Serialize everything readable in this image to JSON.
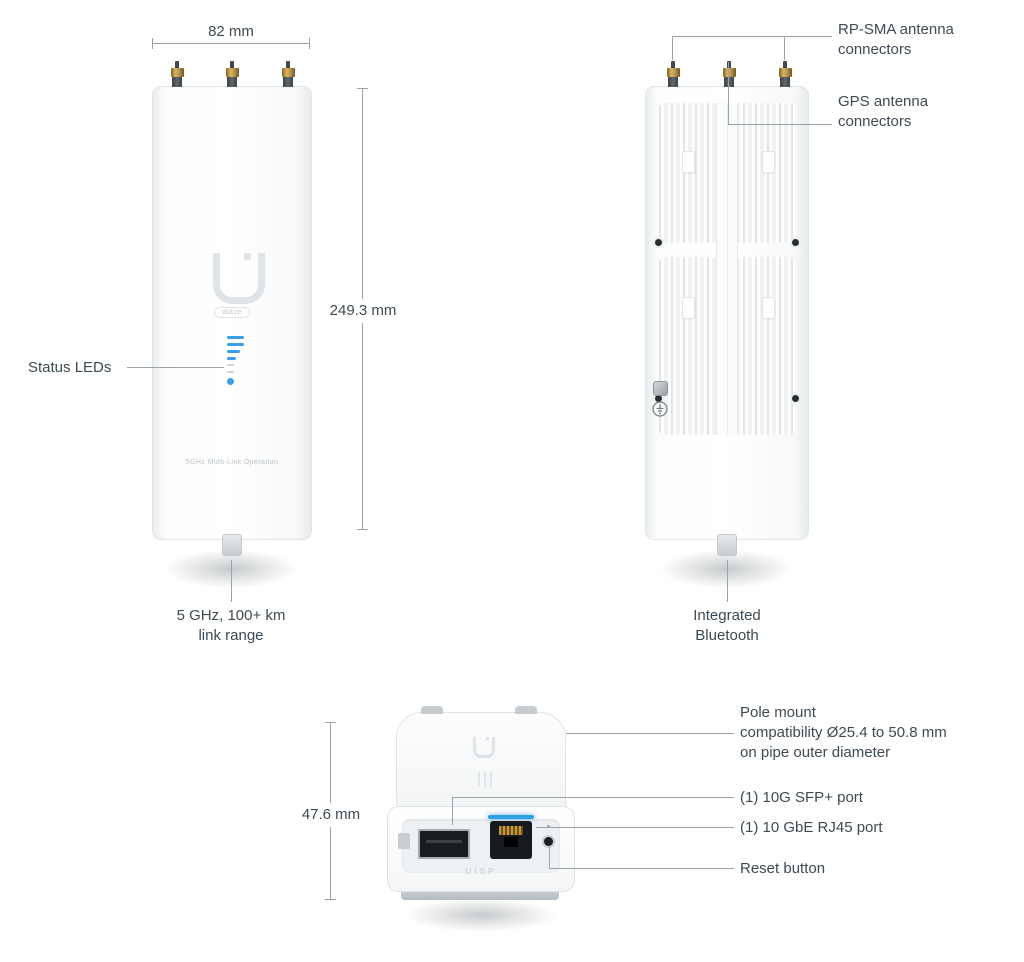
{
  "colors": {
    "text": "#3e4a54",
    "line": "#9aa3a8",
    "led_blue": "#3b9fe8"
  },
  "front": {
    "width_dim": "82 mm",
    "height_dim": "249.3 mm",
    "status_leds": "Status LEDs",
    "device_text": "5GHz Multi-Link Operation",
    "badge": "Wave",
    "caption": "5 GHz, 100+ km\nlink range"
  },
  "back": {
    "rpsma": "RP-SMA antenna\nconnectors",
    "gps": "GPS antenna\nconnectors",
    "caption": "Integrated\nBluetooth"
  },
  "bottom": {
    "height_dim": "47.6 mm",
    "pole": "Pole mount\ncompatibility Ø25.4 to 50.8 mm\non pipe outer diameter",
    "sfp": "(1) 10G SFP+ port",
    "rj45": "(1) 10 GbE RJ45 port",
    "reset": "Reset button",
    "device_text": "UISP"
  }
}
